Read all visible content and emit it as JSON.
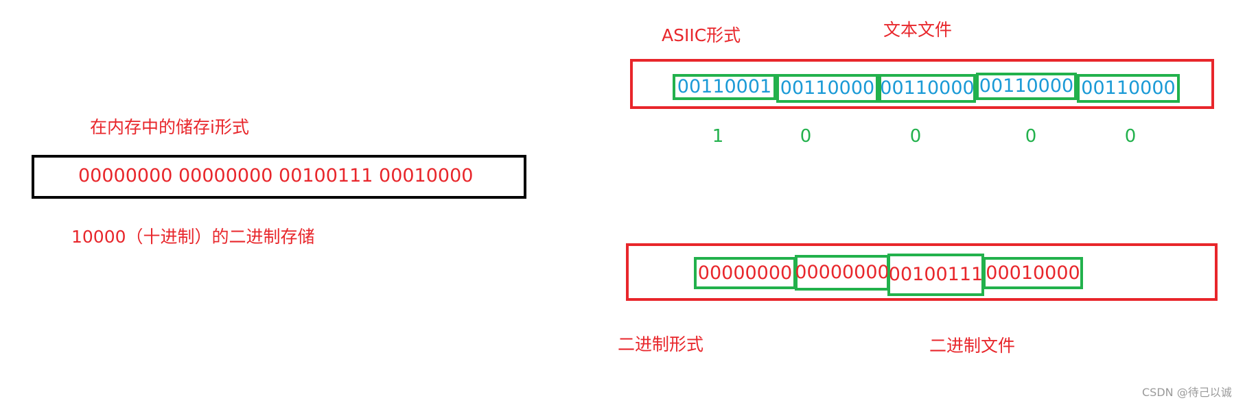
{
  "left": {
    "memory_label": "在内存中的储存i形式",
    "memory_value": "00000000 00000000 00100111 00010000",
    "caption": "10000（十进制）的二进制存储"
  },
  "right_top": {
    "asiic_label": "ASIIC形式",
    "text_file_label": "文本文件",
    "cells": [
      "00110001",
      "00110000",
      "00110000",
      "00110000",
      "00110000"
    ],
    "digits": [
      "1",
      "0",
      "0",
      "0",
      "0"
    ]
  },
  "right_bottom": {
    "cells": [
      "00000000",
      "00000000",
      "00100111",
      "00010000"
    ],
    "binary_form_label": "二进制形式",
    "binary_file_label": "二进制文件"
  },
  "watermark": "CSDN @待己以诚",
  "colors": {
    "red": "#e8262b",
    "green": "#22b14c",
    "blue": "#1a9ad6",
    "black": "#000000"
  }
}
